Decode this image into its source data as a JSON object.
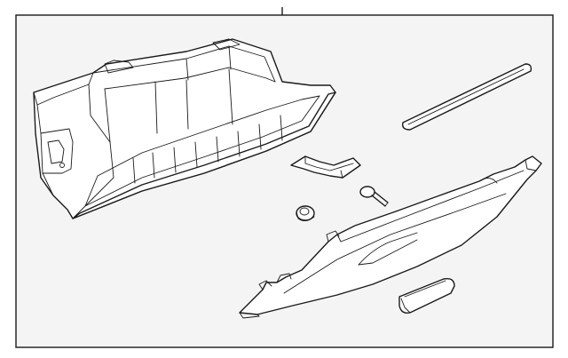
{
  "diagram": {
    "colors": {
      "background": "#ffffff",
      "frame_fill": "#f4f4f4",
      "line": "#1a1a1a"
    },
    "parts": [
      {
        "id": "glove-box-bin",
        "kind": "part-drawing"
      },
      {
        "id": "trim-strip",
        "kind": "part-drawing"
      },
      {
        "id": "bracket",
        "kind": "part-drawing"
      },
      {
        "id": "bumper",
        "kind": "part-drawing"
      },
      {
        "id": "stopper-pin",
        "kind": "part-drawing"
      },
      {
        "id": "glove-box-door",
        "kind": "part-drawing"
      },
      {
        "id": "latch-handle",
        "kind": "part-drawing"
      }
    ]
  }
}
